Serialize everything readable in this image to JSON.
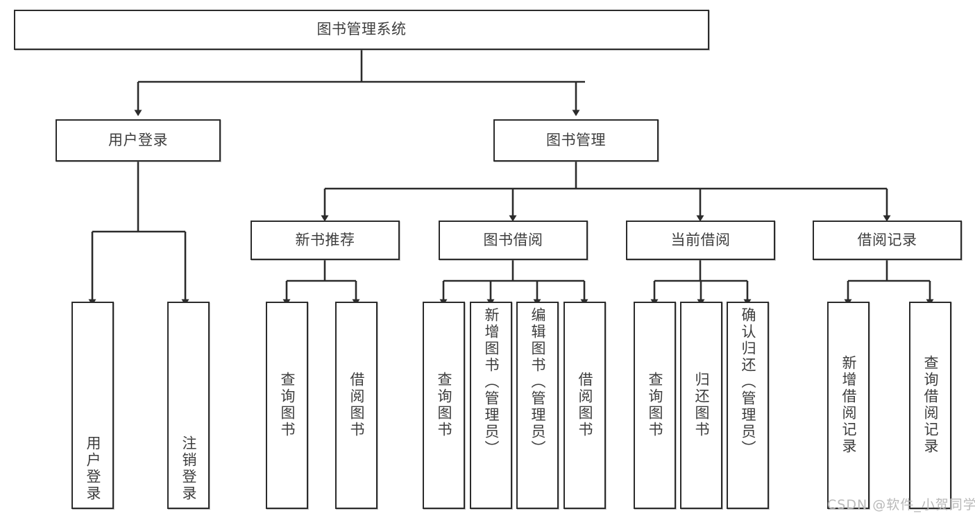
{
  "diagram": {
    "title": "图书管理系统",
    "type": "tree-hierarchy-chart",
    "root": {
      "label": "图书管理系统"
    },
    "level2": [
      {
        "label": "用户登录"
      },
      {
        "label": "图书管理"
      }
    ],
    "level3": [
      {
        "label": "新书推荐"
      },
      {
        "label": "图书借阅"
      },
      {
        "label": "当前借阅"
      },
      {
        "label": "借阅记录"
      }
    ],
    "leaves": {
      "user_login": [
        {
          "label": "用户登录"
        },
        {
          "label": "注销登录"
        }
      ],
      "new_book_recommend": [
        {
          "label": "查询图书"
        },
        {
          "label": "借阅图书"
        }
      ],
      "book_borrow": [
        {
          "label": "查询图书"
        },
        {
          "label": "新增图书（管理员）"
        },
        {
          "label": "编辑图书（管理员）"
        },
        {
          "label": "借阅图书"
        }
      ],
      "current_borrow": [
        {
          "label": "查询图书"
        },
        {
          "label": "归还图书"
        },
        {
          "label": "确认归还（管理员）"
        }
      ],
      "borrow_record": [
        {
          "label": "新增借阅记录"
        },
        {
          "label": "查询借阅记录"
        }
      ]
    }
  },
  "watermark": {
    "text": "CSDN @软件_小贺同学"
  },
  "colors": {
    "stroke": "#2b2b2b",
    "text": "#3d3d3d",
    "background": "#ffffff",
    "watermark": "#b9b9b9"
  }
}
